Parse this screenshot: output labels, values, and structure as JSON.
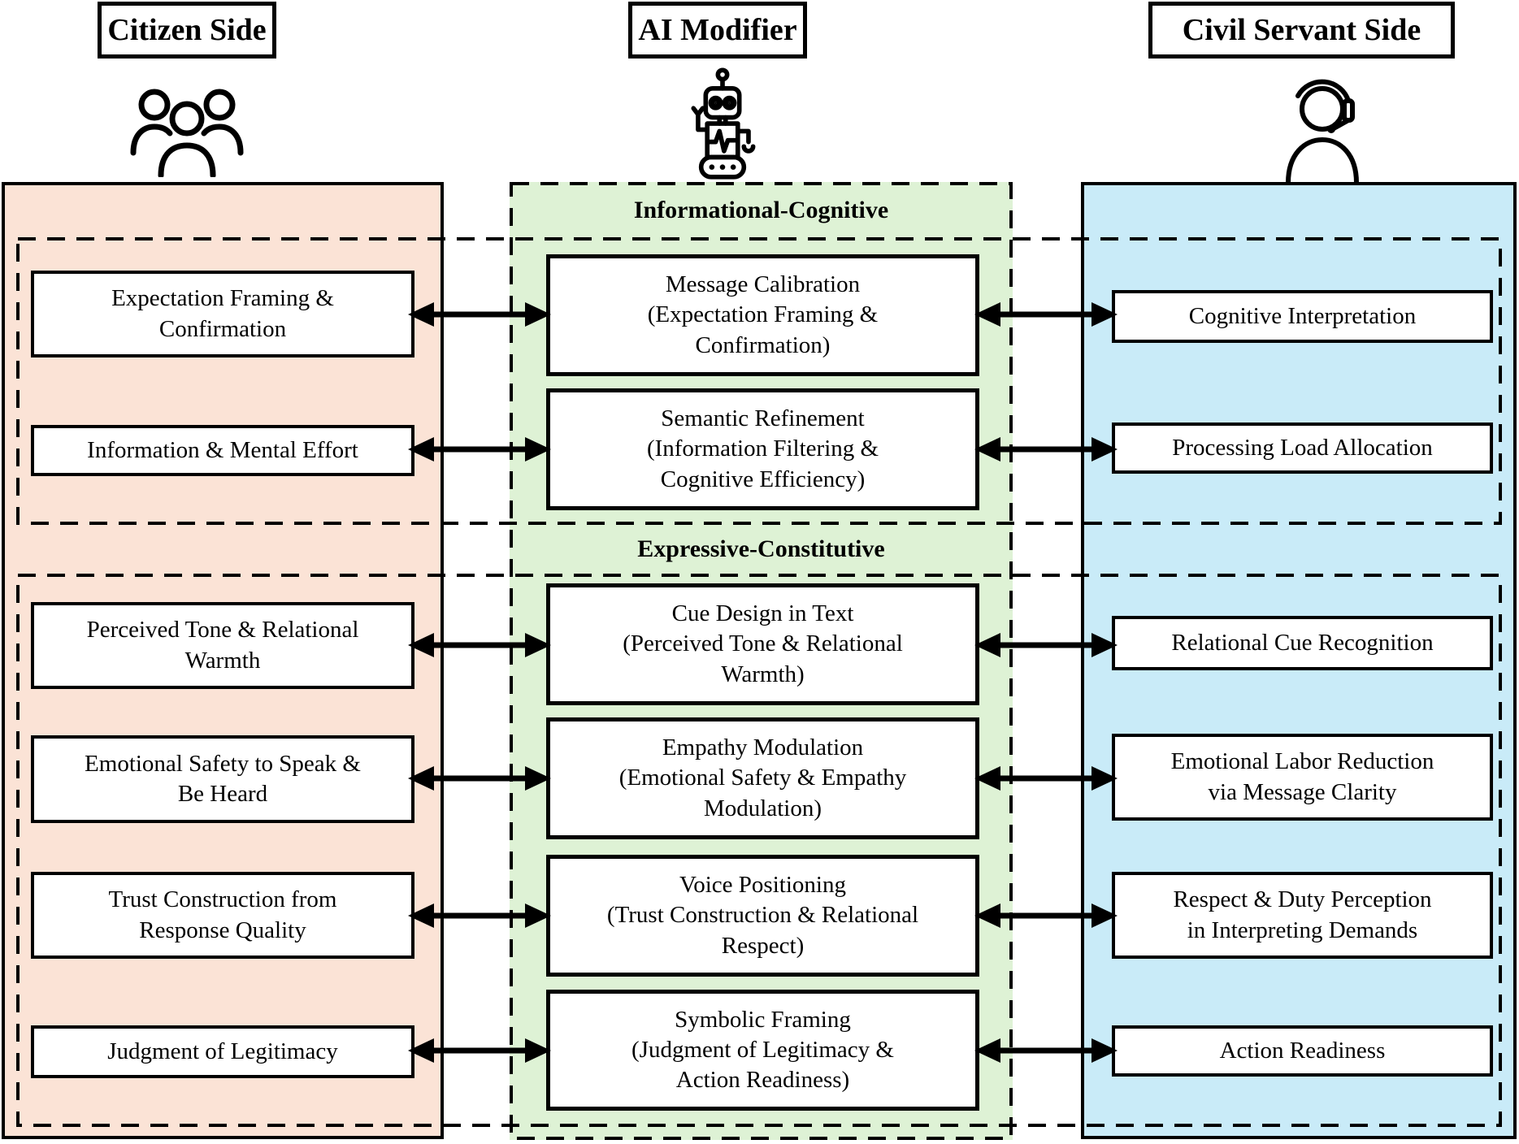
{
  "headers": {
    "citizen": "Citizen Side",
    "ai_modifier": "AI Modifier",
    "civil_servant": "Civil Servant Side"
  },
  "icons": {
    "citizen": "people-group-icon",
    "ai_modifier": "robot-icon",
    "civil_servant": "headset-agent-icon"
  },
  "sections": {
    "informational_cognitive": "Informational-Cognitive",
    "expressive_constitutive": "Expressive-Constitutive"
  },
  "citizen_boxes": [
    "Expectation Framing &\nConfirmation",
    "Information & Mental Effort",
    "Perceived Tone & Relational\nWarmth",
    "Emotional Safety to Speak &\nBe Heard",
    "Trust Construction from\nResponse Quality",
    "Judgment of Legitimacy"
  ],
  "ai_boxes": [
    "Message Calibration\n(Expectation Framing &\nConfirmation)",
    "Semantic Refinement\n(Information Filtering &\nCognitive Efficiency)",
    "Cue Design in Text\n(Perceived Tone & Relational\nWarmth)",
    "Empathy Modulation\n(Emotional Safety & Empathy\nModulation)",
    "Voice Positioning\n(Trust Construction & Relational\nRespect)",
    "Symbolic Framing\n(Judgment of Legitimacy &\nAction Readiness)"
  ],
  "civil_boxes": [
    "Cognitive Interpretation",
    "Processing Load Allocation",
    "Relational Cue Recognition",
    "Emotional Labor Reduction\nvia Message Clarity",
    "Respect & Duty Perception\nin Interpreting Demands",
    "Action Readiness"
  ],
  "colors": {
    "citizen_panel": "#fbe3d6",
    "ai_panel": "#def2d5",
    "civil_panel": "#c9ebf8",
    "line": "#000000"
  }
}
